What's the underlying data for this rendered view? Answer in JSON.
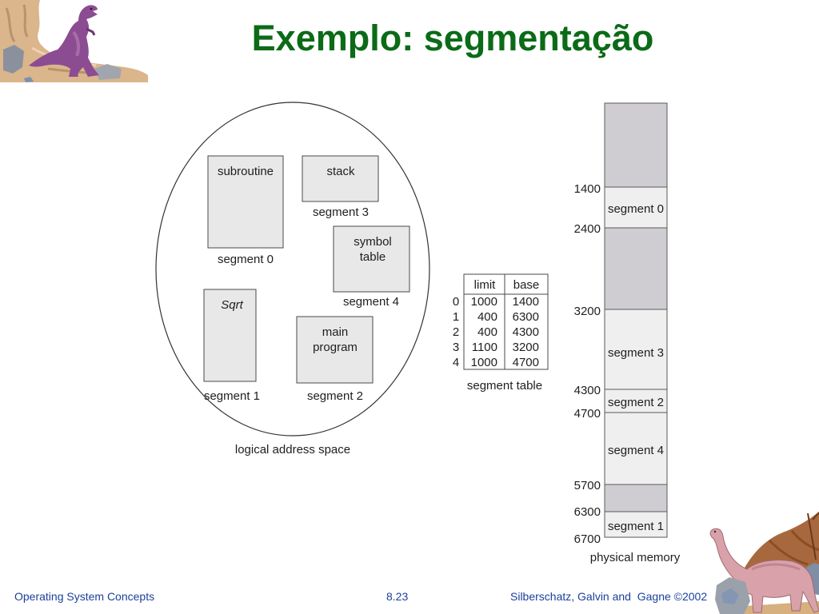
{
  "title": "Exemplo: segmentação",
  "logical_address_space": {
    "label": "logical address space",
    "subroutine": {
      "text": "subroutine",
      "segment": "segment 0"
    },
    "stack": {
      "text": "stack",
      "segment": "segment 3"
    },
    "symbol_table": {
      "lines": [
        "symbol",
        "table"
      ],
      "segment": "segment 4"
    },
    "sqrt": {
      "text": "Sqrt",
      "segment": "segment 1"
    },
    "main_program": {
      "lines": [
        "main",
        "program"
      ],
      "segment": "segment 2"
    }
  },
  "segment_table": {
    "label": "segment table",
    "headers": {
      "limit": "limit",
      "base": "base"
    },
    "rows": [
      {
        "segment": "0",
        "limit": "1000",
        "base": "1400"
      },
      {
        "segment": "1",
        "limit": "400",
        "base": "6300"
      },
      {
        "segment": "2",
        "limit": "400",
        "base": "4300"
      },
      {
        "segment": "3",
        "limit": "1100",
        "base": "3200"
      },
      {
        "segment": "4",
        "limit": "1000",
        "base": "4700"
      }
    ]
  },
  "physical_memory": {
    "label": "physical memory",
    "segments_top_to_bottom": [
      "segment 0",
      "segment 3",
      "segment 2",
      "segment 4",
      "segment 1"
    ],
    "addresses": [
      "1400",
      "2400",
      "3200",
      "4300",
      "4700",
      "5700",
      "6300",
      "6700"
    ]
  },
  "footer": {
    "course": "Operating System Concepts",
    "page": "8.23",
    "copyright": "Silberschatz, Galvin and  Gagne ©2002"
  },
  "colors": {
    "title": "#0b6b17",
    "footer_text": "#1c3f9c",
    "free_memory": "#cfcdd2",
    "used_memory": "#efeff0",
    "block_fill": "#e8e8e9"
  }
}
